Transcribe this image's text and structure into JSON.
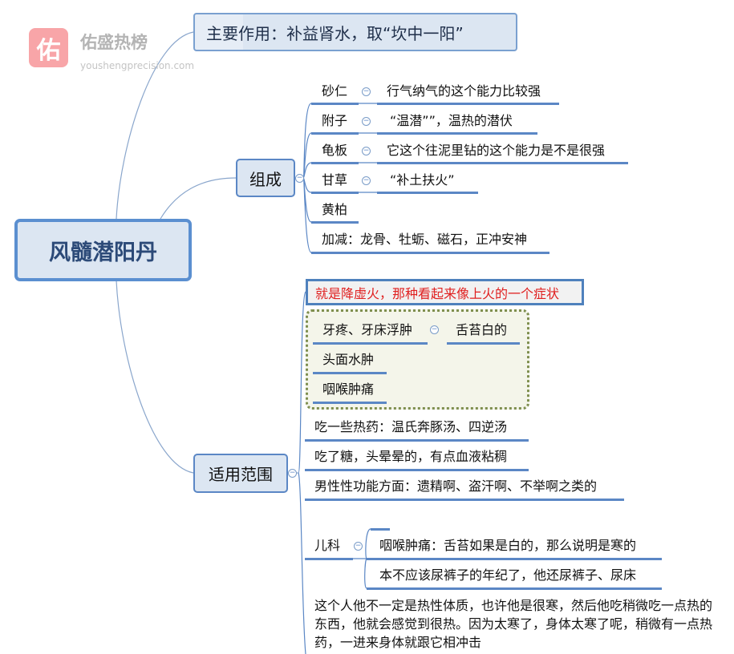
{
  "watermark": {
    "logo_char": "佑",
    "brand": "佑盛热榜",
    "url": "youshengprecision.com"
  },
  "root": {
    "label": "风髓潜阳丹"
  },
  "main_effect": {
    "label": "主要作用：补益肾水，取“坎中一阳”"
  },
  "composition": {
    "label": "组成",
    "items": [
      {
        "label": "砂仁",
        "note": "行气纳气的这个能力比较强"
      },
      {
        "label": "附子",
        "note": "“温潜””，温热的潜伏"
      },
      {
        "label": "龟板",
        "note": "它这个往泥里钻的这个能力是不是很强"
      },
      {
        "label": "甘草",
        "note": "“补土扶火”"
      },
      {
        "label": "黄柏"
      },
      {
        "label": "加减：龙骨、牡蛎、磁石，正冲安神"
      }
    ]
  },
  "scope": {
    "label": "适用范围",
    "highlight": "就是降虚火，那种看起来像上火的一个症状",
    "highlight_color": "#e02020",
    "group": [
      {
        "label": "牙疼、牙床浮肿",
        "note": "舌苔白的"
      },
      {
        "label": "头面水肿"
      },
      {
        "label": "咽喉肿痛"
      }
    ],
    "items": [
      "吃一些热药：温氏奔豚汤、四逆汤",
      "吃了糖，头晕晕的，有点血液粘稠",
      "男性性功能方面：遗精啊、盗汗啊、不举啊之类的"
    ],
    "pediatrics": {
      "label": "儿科",
      "children": [
        "咽喉肿痛：舌苔如果是白的，那么说明是寒的",
        "本不应该尿裤子的年纪了，他还尿裤子、尿床"
      ]
    },
    "paragraph": "这个人他不一定是热性体质，也许他是很寒，然后他吃稍微吃一点热的东西，他就会感觉到很热。因为太寒了，身体太寒了呢，稍微有一点热药，一进来身体就跟它相冲击"
  },
  "colors": {
    "accent": "#4f81bd",
    "node_fill": "#dce6f2",
    "group_fill": "#f4f5ea",
    "group_border": "#7f8f4f"
  }
}
